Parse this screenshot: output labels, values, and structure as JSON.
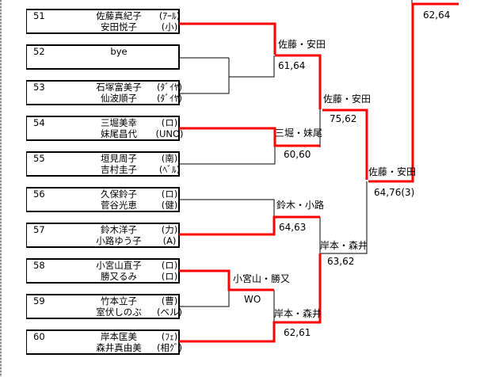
{
  "draws": [
    {
      "no": "51",
      "p1": "佐藤真紀子",
      "a1": "(ｱｰﾙ)",
      "p2": "安田悦子",
      "a2": "(小)"
    },
    {
      "no": "52",
      "p1": "bye",
      "a1": "",
      "p2": "",
      "a2": ""
    },
    {
      "no": "53",
      "p1": "石塚富美子",
      "a1": "(ﾀﾞｲﾔ)",
      "p2": "仙波順子",
      "a2": "(ﾀﾞｲﾔ)"
    },
    {
      "no": "54",
      "p1": "三堀美幸",
      "a1": "(ロ)",
      "p2": "妹尾昌代",
      "a2": "(UNO)"
    },
    {
      "no": "55",
      "p1": "垣見周子",
      "a1": "(南)",
      "p2": "吉村圭子",
      "a2": "(ﾍﾞﾙ)"
    },
    {
      "no": "56",
      "p1": "久保鈴子",
      "a1": "(ロ)",
      "p2": "菅谷光恵",
      "a2": "(健)"
    },
    {
      "no": "57",
      "p1": "鈴木洋子",
      "a1": "(力)",
      "p2": "小路ゆう子",
      "a2": "(A)"
    },
    {
      "no": "58",
      "p1": "小宮山直子",
      "a1": "(ロ)",
      "p2": "勝又るみ",
      "a2": "(ロ)"
    },
    {
      "no": "59",
      "p1": "竹本立子",
      "a1": "(曹)",
      "p2": "室伏しのぶ",
      "a2": "(ベル)"
    },
    {
      "no": "60",
      "p1": "岸本匡美",
      "a1": "(ﾌｪ)",
      "p2": "森井真由美",
      "a2": "(相ｸﾞ)"
    }
  ],
  "results": {
    "r1_a": {
      "winner": "佐藤・安田",
      "score": "61,64"
    },
    "r1_b": {
      "winner": "三堀・妹尾",
      "score": "60,60"
    },
    "r1_c": {
      "winner": "鈴木・小路",
      "score": "64,63"
    },
    "r1_d": {
      "winner": "小宮山・勝又",
      "score": "WO"
    },
    "r1_e": {
      "winner": "岸本・森井",
      "score": "62,61"
    },
    "r2_a": {
      "winner": "佐藤・安田",
      "score": "75,62"
    },
    "r2_b": {
      "winner": "岸本・森井",
      "score": "63,62"
    },
    "r3": {
      "winner": "佐藤・安田",
      "score": "64,76(3)"
    },
    "final": {
      "score": "62,64"
    }
  },
  "colors": {
    "winner_line": "#ff0000",
    "line": "#000000"
  }
}
